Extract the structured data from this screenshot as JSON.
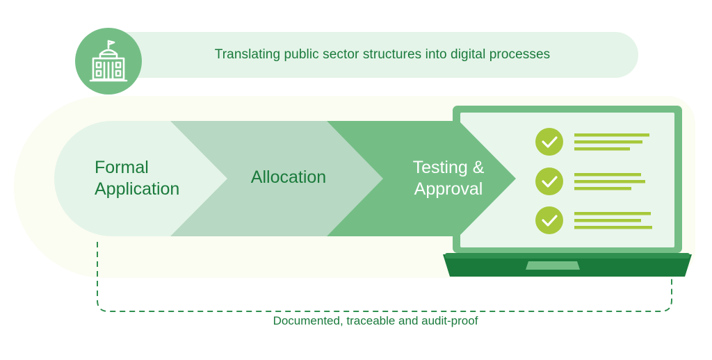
{
  "banner": {
    "text": "Translating public sector structures into digital processes",
    "icon": "government-building-icon"
  },
  "steps": [
    {
      "line1": "Formal",
      "line2": "Application"
    },
    {
      "line1": "Allocation"
    },
    {
      "line1": "Testing &",
      "line2": "Approval"
    }
  ],
  "laptop": {
    "icon": "laptop-checklist-icon",
    "checklist_items": 3
  },
  "footer": {
    "text": "Documented, traceable and audit-proof"
  },
  "colors": {
    "dark_green": "#1a7a3c",
    "medium_green": "#74be86",
    "light_green": "#e4f4e8",
    "sage": "#b7d8c2",
    "lime": "#a6c83a"
  }
}
